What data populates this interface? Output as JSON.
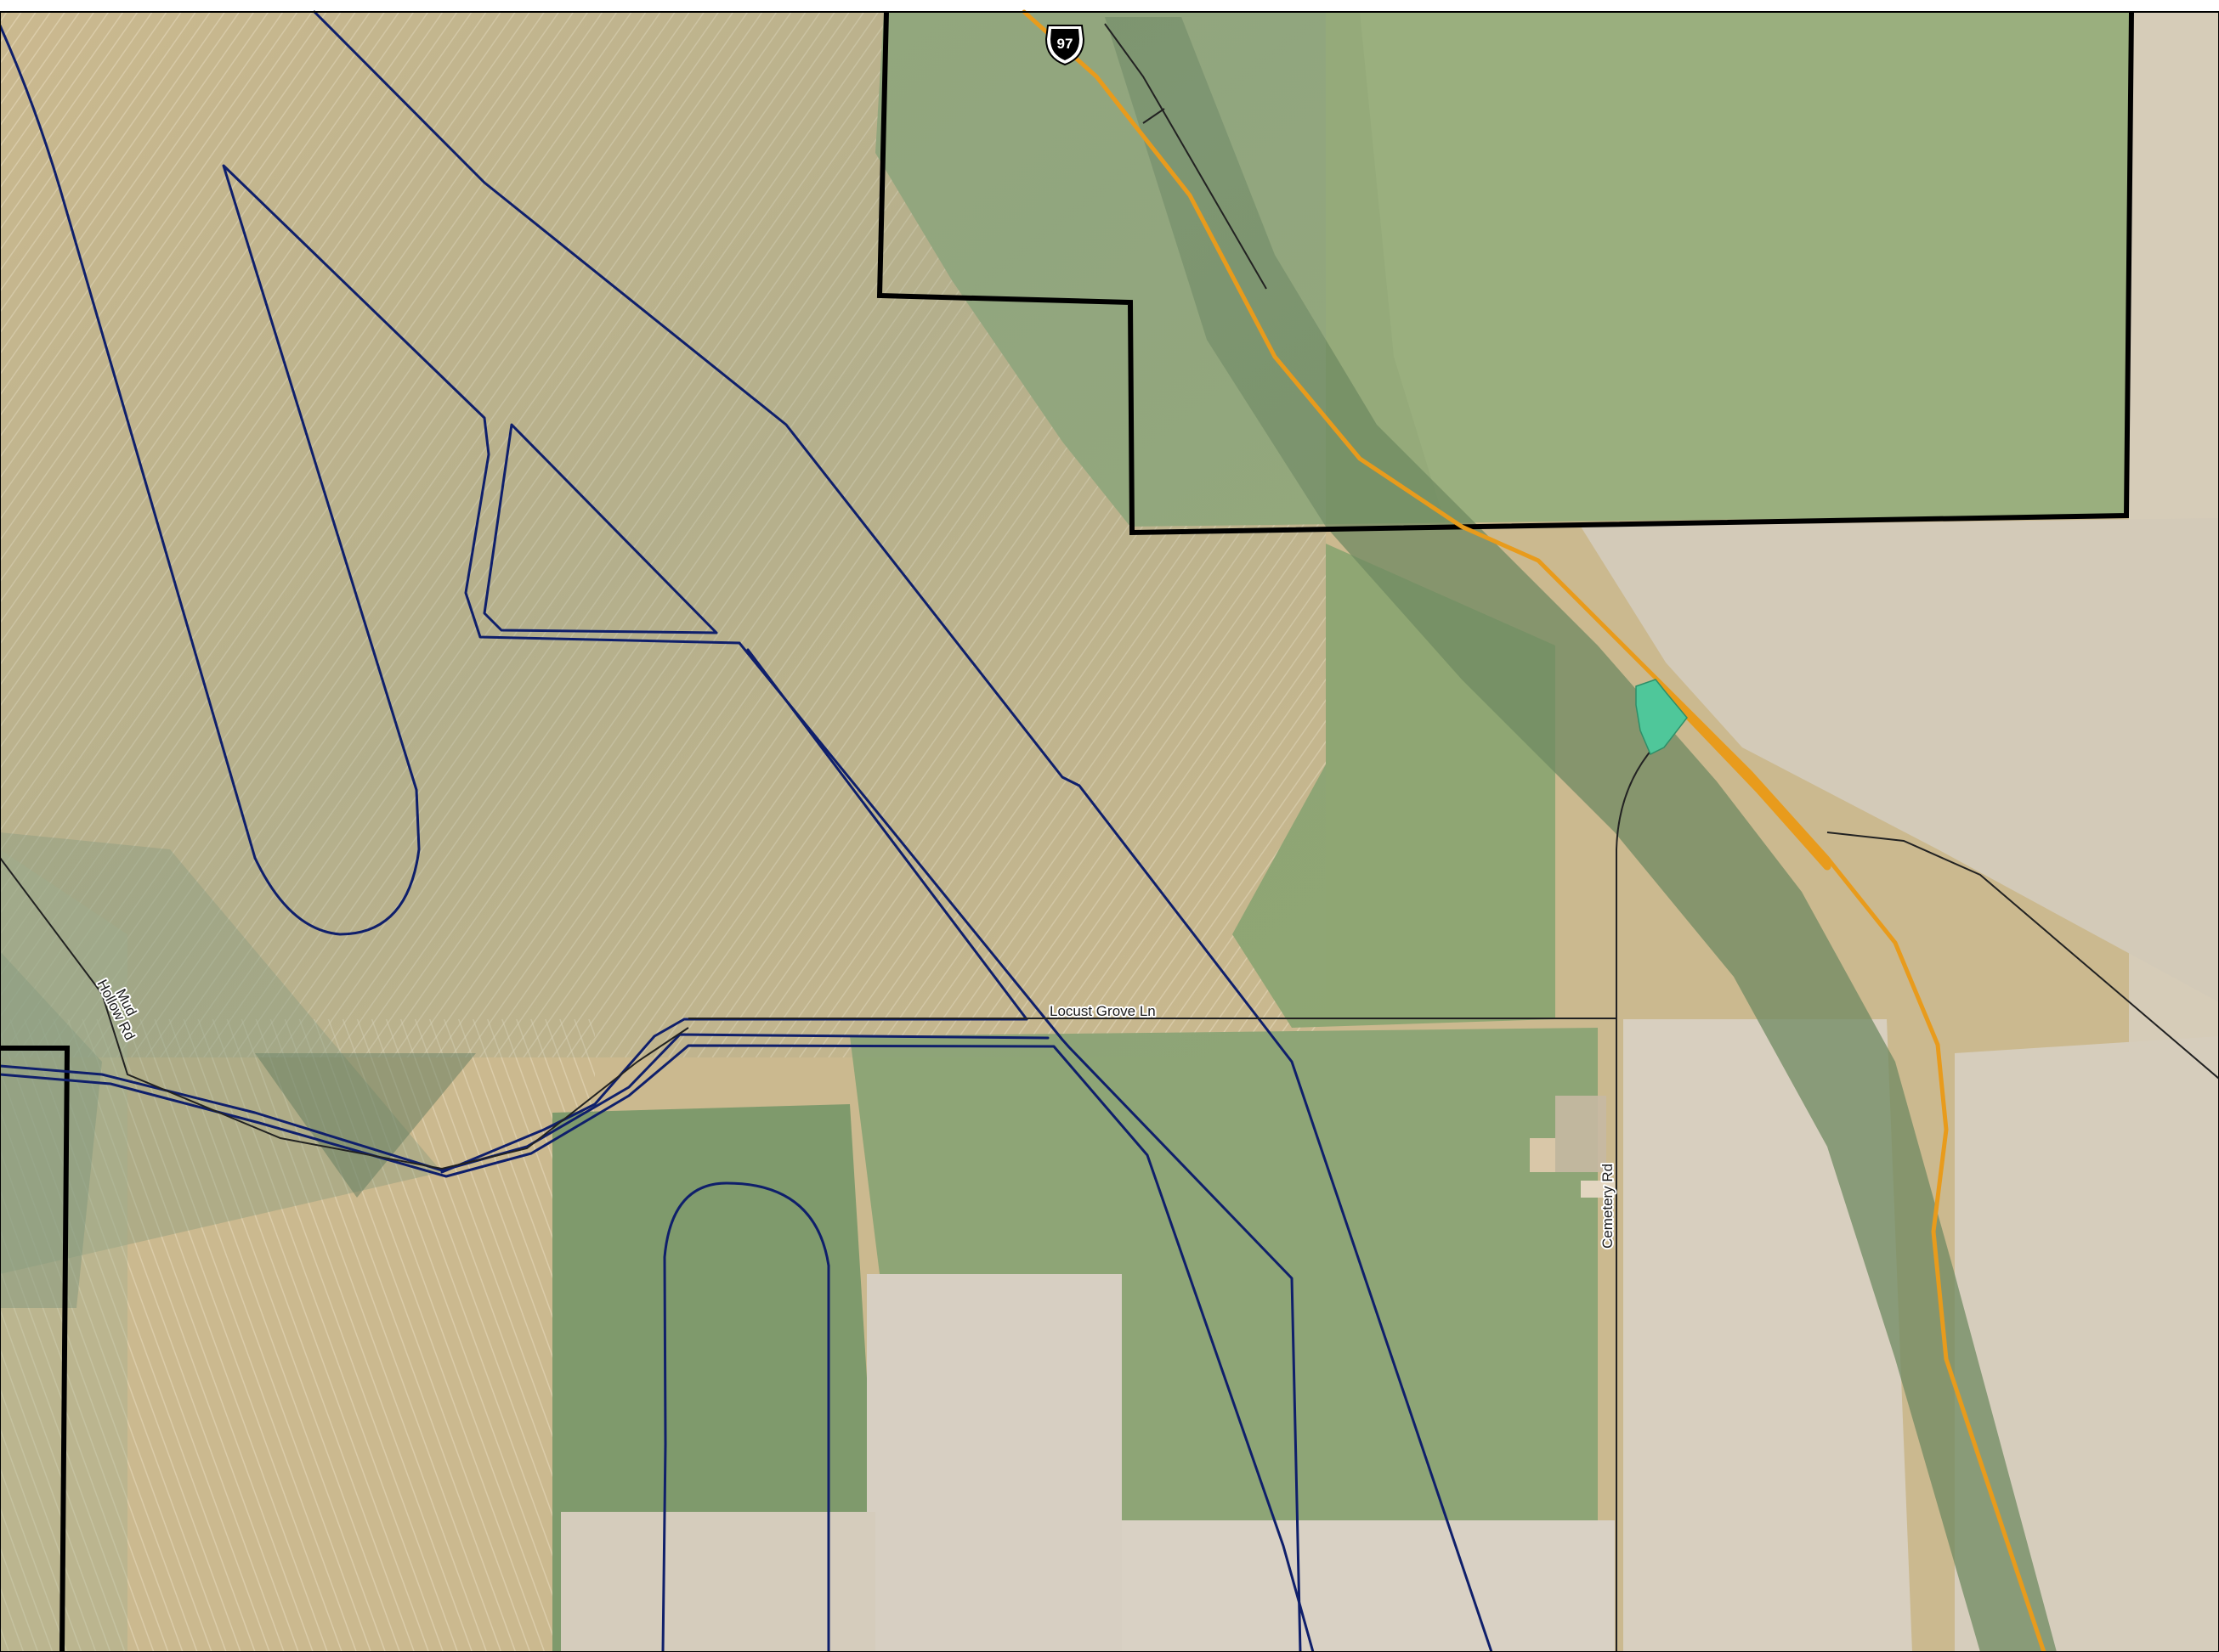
{
  "map": {
    "labels": {
      "locust_grove": "Locust Grove Ln",
      "cemetery": "Cemetery Rd",
      "mud_hollow_1": "Mud",
      "mud_hollow_2": "Hollow Rd"
    },
    "highway_shield": "97",
    "colors": {
      "boundary": "#000000",
      "route": "#0f1f6b",
      "highway": "#e89b1c",
      "road": "#222222",
      "parcel": "#4fc79a",
      "field_tan": "#cdbb93",
      "field_green": "#93a877",
      "field_pale": "#d8cfbe"
    },
    "icons": {
      "shield": "us-highway-shield-icon"
    }
  }
}
